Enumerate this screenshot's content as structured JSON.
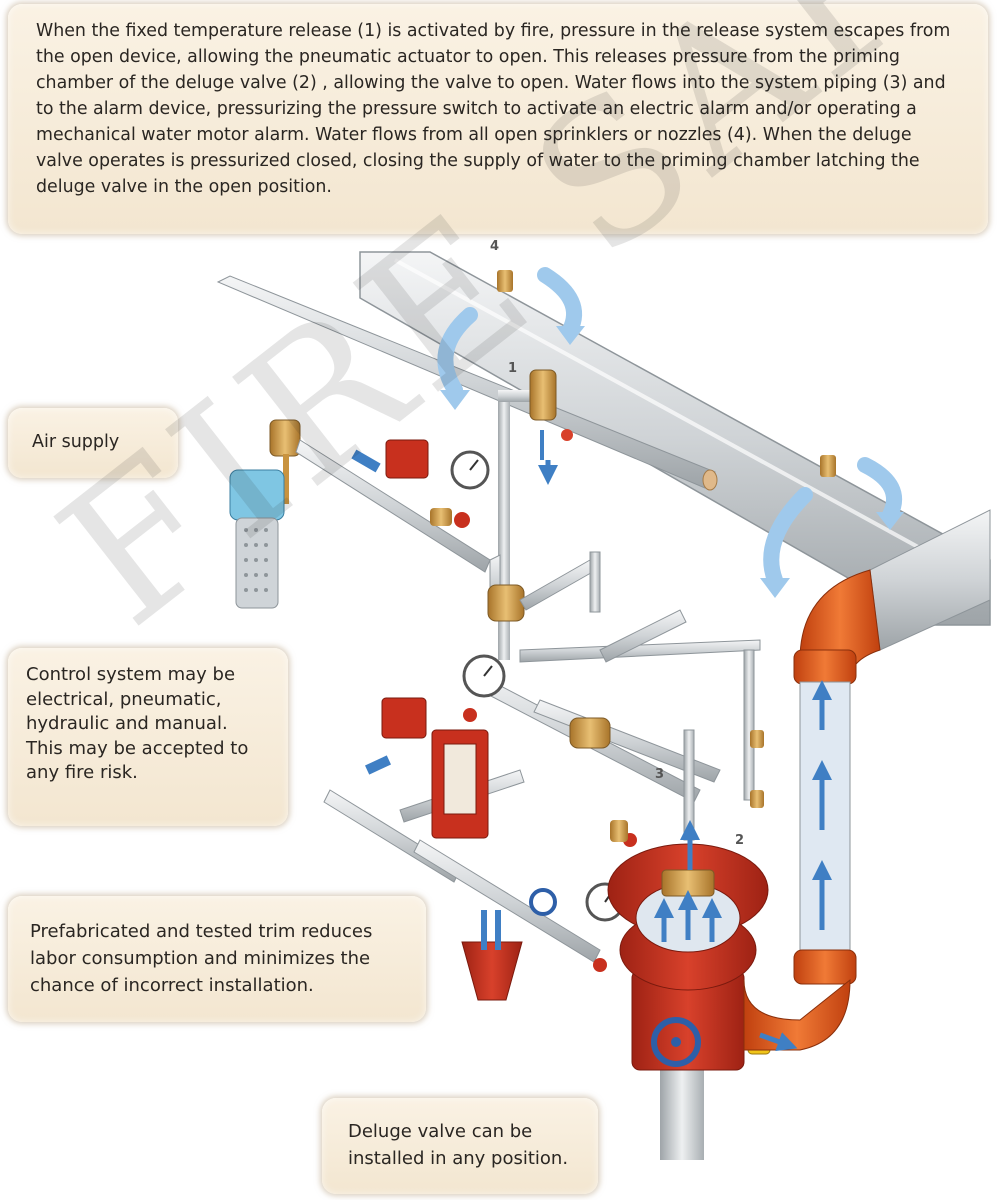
{
  "callouts": {
    "intro": "When the fixed temperature release (1) is activated by fire, pressure in the release system escapes from the open device, allowing the pneumatic actuator to open. This releases pressure from the priming chamber of the deluge valve (2) , allowing the valve to open. Water flows into the system piping (3) and to the alarm device, pressurizing the pressure switch to activate an electric alarm and/or operating a mechanical water motor alarm. Water flows from all open sprinklers or nozzles (4). When the deluge valve operates is pressurized closed, closing the supply of water to the priming chamber latching the deluge valve in the open position.",
    "air_supply": "Air supply",
    "control_system": "Control system may be electrical, pneumatic, hydraulic and manual. This may be accepted to any fire risk.",
    "prefabricated": "Prefabricated and tested trim reduces labor consumption and minimizes the chance of incorrect installation.",
    "position": "Deluge valve can be installed in any position."
  },
  "diagram_numbers": {
    "release": "1",
    "valve": "2",
    "piping": "3",
    "nozzle": "4"
  },
  "watermark": "FIRE SAFE",
  "colors": {
    "callout_bg": "#f6ecda",
    "valve_red": "#c8301e",
    "elbow_orange": "#e9571b",
    "pipe_grey": "#d7dadc",
    "brass": "#c9933f",
    "flow_blue": "#3f7fc4",
    "arrow_light_blue": "#9fc9ec"
  }
}
